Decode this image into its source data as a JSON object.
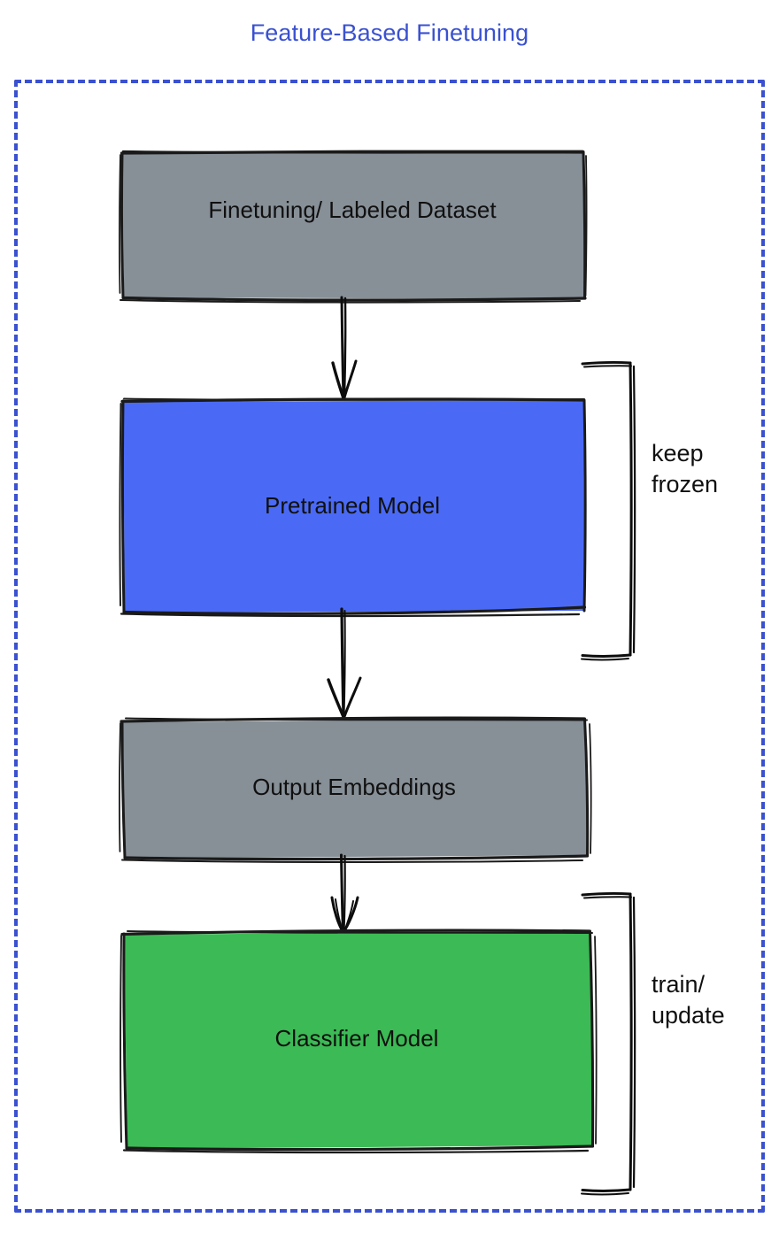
{
  "title": "Feature-Based Finetuning",
  "colors": {
    "title": "#3a51d0",
    "frame_border": "#3a51d0",
    "dataset_fill": "#878f97",
    "pretrained_fill": "#4a6af5",
    "embeddings_fill": "#878f97",
    "classifier_fill": "#3cba55",
    "stroke": "#1a1a1a",
    "text": "#101010",
    "background": "#ffffff"
  },
  "nodes": [
    {
      "id": "dataset",
      "label": "Finetuning/ Labeled Dataset",
      "fill": "#878f97"
    },
    {
      "id": "pretrained",
      "label": "Pretrained Model",
      "fill": "#4a6af5"
    },
    {
      "id": "embeddings",
      "label": "Output Embeddings",
      "fill": "#878f97"
    },
    {
      "id": "classifier",
      "label": "Classifier Model",
      "fill": "#3cba55"
    }
  ],
  "edges": [
    {
      "id": "dataset-pretrained",
      "from": "dataset",
      "to": "pretrained",
      "kind": "arrow-down"
    },
    {
      "id": "pretrained-embeddings",
      "from": "pretrained",
      "to": "embeddings",
      "kind": "arrow-down"
    },
    {
      "id": "embeddings-classifier",
      "from": "embeddings",
      "to": "classifier",
      "kind": "arrow-down"
    }
  ],
  "annotations": [
    {
      "id": "keep-frozen",
      "target": "pretrained",
      "line1": "keep",
      "line2": "frozen"
    },
    {
      "id": "train-update",
      "target": "classifier",
      "line1": "train/",
      "line2": "update"
    }
  ],
  "labels": {
    "keep_frozen": "keep\nfrozen",
    "train_update": "train/\nupdate"
  }
}
